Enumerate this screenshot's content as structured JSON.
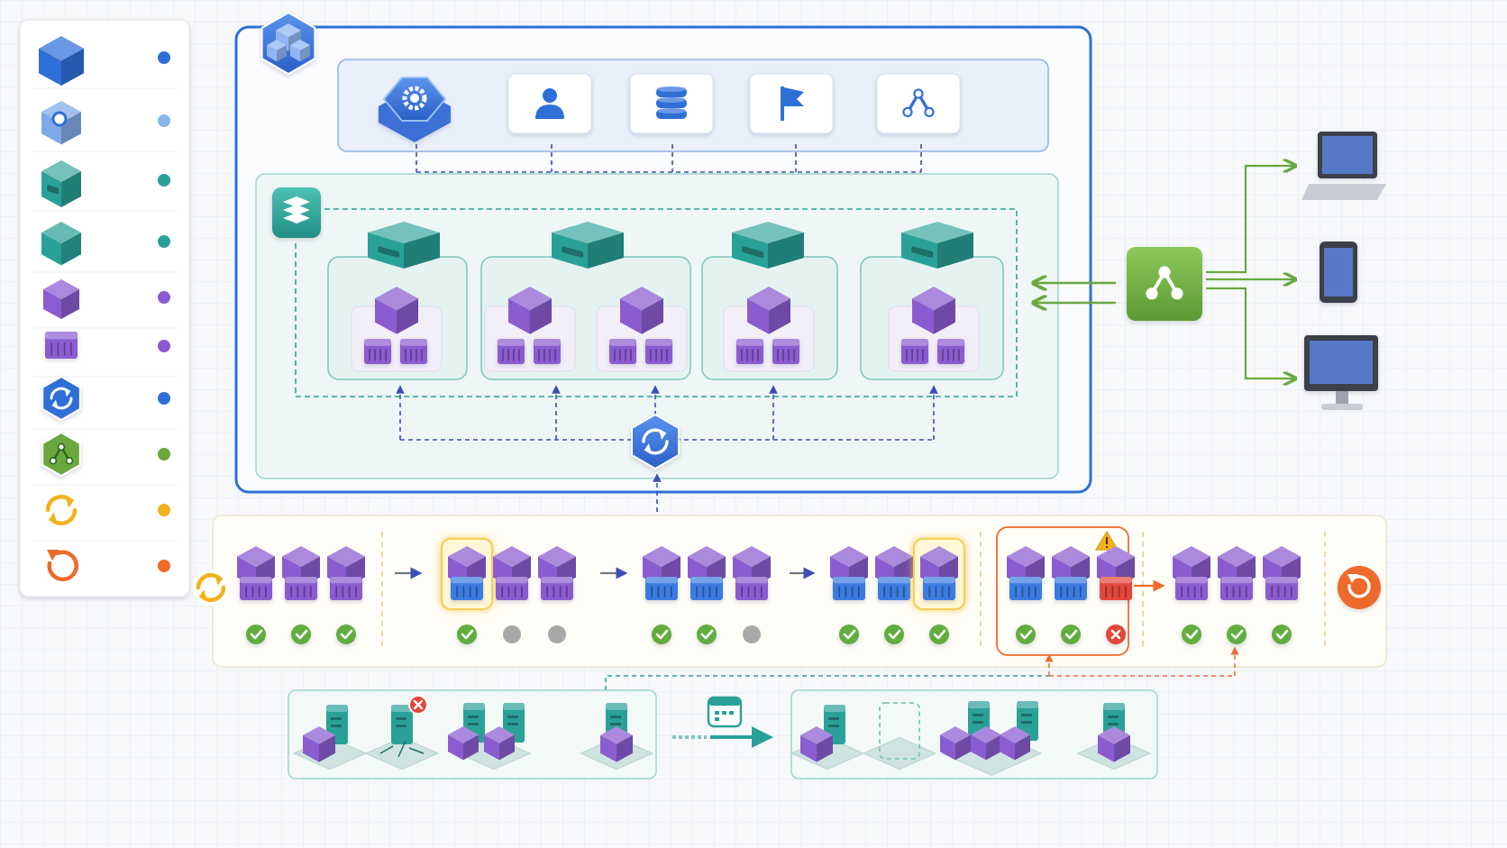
{
  "colors": {
    "blue": "#2f6fd8",
    "blue_light": "#7fa9e6",
    "teal": "#2aa198",
    "purple": "#8a5cd0",
    "green": "#6aa83e",
    "yellow": "#f2b21d",
    "orange": "#ee6a2c",
    "red": "#e2473a",
    "gray": "#a8a8a8"
  },
  "legend": {
    "items": [
      {
        "icon": "cluster-cube-icon",
        "dot": "#2f6fd8"
      },
      {
        "icon": "control-plane-gear-icon",
        "dot": "#8ab4ea"
      },
      {
        "icon": "worker-node-server-icon",
        "dot": "#2aa198"
      },
      {
        "icon": "node-cube-icon",
        "dot": "#2aa198"
      },
      {
        "icon": "pod-cube-icon",
        "dot": "#8a5cd0"
      },
      {
        "icon": "container-icon",
        "dot": "#8a5cd0"
      },
      {
        "icon": "sync-controller-icon",
        "dot": "#2f6fd8"
      },
      {
        "icon": "service-network-icon",
        "dot": "#6aa83e"
      },
      {
        "icon": "rolling-update-icon",
        "dot": "#f2b21d"
      },
      {
        "icon": "rollback-icon",
        "dot": "#ee6a2c"
      }
    ]
  },
  "cluster": {
    "control_plane": {
      "components": [
        "api-server-gear-icon",
        "user-auth-icon",
        "etcd-database-icon",
        "scheduler-flag-icon",
        "controller-network-icon"
      ]
    },
    "nodes": [
      {
        "pods": 1
      },
      {
        "pods": 2
      },
      {
        "pods": 1
      },
      {
        "pods": 1
      }
    ]
  },
  "clients": [
    "laptop-icon",
    "tablet-icon",
    "desktop-monitor-icon"
  ],
  "rollout": {
    "stages": [
      {
        "pods": [
          "old",
          "old",
          "old"
        ],
        "status": [
          "ok",
          "ok",
          "ok"
        ]
      },
      {
        "pods": [
          "new-hl",
          "old",
          "old"
        ],
        "status": [
          "ok",
          "pending",
          "pending"
        ]
      },
      {
        "pods": [
          "new",
          "new",
          "old"
        ],
        "status": [
          "ok",
          "ok",
          "pending"
        ]
      },
      {
        "pods": [
          "new",
          "new",
          "new-hl"
        ],
        "status": [
          "ok",
          "ok",
          "ok"
        ]
      },
      {
        "pods": [
          "new",
          "new",
          "failed"
        ],
        "status": [
          "ok",
          "ok",
          "fail"
        ],
        "warning": true
      },
      {
        "pods": [
          "old",
          "old",
          "old"
        ],
        "status": [
          "ok",
          "ok",
          "ok"
        ]
      }
    ]
  },
  "migration": {
    "before": [
      {
        "kind": "stack"
      },
      {
        "kind": "failed-node"
      },
      {
        "kind": "pair"
      },
      {
        "kind": "single"
      }
    ],
    "after": [
      {
        "kind": "stack"
      },
      {
        "kind": "empty-slot"
      },
      {
        "kind": "triple"
      },
      {
        "kind": "single"
      }
    ]
  }
}
